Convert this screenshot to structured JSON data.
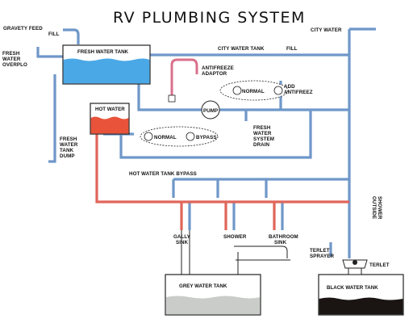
{
  "title": "RV PLUMBING SYSTEM",
  "labels": {
    "gravity_feed": "GRAVETY FEED",
    "fill": "FILL",
    "fresh_water_overflow_1": "FRESH",
    "fresh_water_overflow_2": "WATER",
    "fresh_water_overflow_3": "OVERPLO",
    "fresh_water_tank": "FRESH WATER TANK",
    "city_water_tank_fill": "CITY WATER TANK",
    "city_fill": "FILL",
    "city_water": "CITY WATER",
    "antifreeze_1": "ANTIFREEZE",
    "antifreeze_2": "ADAPTOR",
    "normal_1": "NORMAL",
    "add_antifreeze_1": "ADD",
    "add_antifreeze_2": "ANTIFREEZ",
    "pump": "PUMP",
    "hot_water": "HOT WATER",
    "normal_2": "NORMAL",
    "bypass": "BYPASS",
    "fresh_water_system_drain_1": "FRESH",
    "fresh_water_system_drain_2": "WATER",
    "fresh_water_system_drain_3": "SYSTEM",
    "fresh_water_system_drain_4": "DRAIN",
    "fresh_water_tank_dump_1": "FRESH",
    "fresh_water_tank_dump_2": "WATER",
    "fresh_water_tank_dump_3": "TANK",
    "fresh_water_tank_dump_4": "DUMP",
    "hot_water_tank_bypass": "HOT WATER TANK BYPASS",
    "outside_shower_1": "OUTSIDE",
    "outside_shower_2": "SHOWER",
    "gally_sink_1": "GALLY",
    "gally_sink_2": "SINK",
    "shower": "SHOWER",
    "bathroom_sink_1": "BATHROOM",
    "bathroom_sink_2": "SINK",
    "terlet_sprayer_1": "TERLET",
    "terlet_sprayer_2": "SPRAYER",
    "terlet": "TERLET",
    "grey_water_tank": "GREY WATER TANK",
    "black_water_tank": "BLACK WATER TANK"
  },
  "colors": {
    "cold_pipe": "#6f97c9",
    "hot_pipe": "#e0655a",
    "antifreeze_pipe": "#d9708c",
    "fresh_water": "#4aa8e6",
    "hot_water_fill": "#e8533a",
    "grey_water": "#c9ccc9",
    "black_water": "#1a1512",
    "outline": "#222222"
  }
}
